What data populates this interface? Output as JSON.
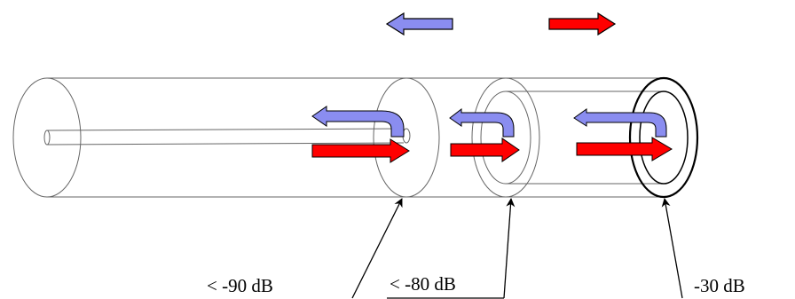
{
  "colors": {
    "reflected": "#8a8df0",
    "incident": "#ff0000",
    "outline": "#000000",
    "background": "#ffffff"
  },
  "labels": {
    "splice": "< -90 dB",
    "connector": "< -80 dB",
    "end_face": "-30 dB"
  },
  "icons": {
    "legend_reflected": "left-arrow-icon",
    "legend_incident": "right-arrow-icon"
  }
}
